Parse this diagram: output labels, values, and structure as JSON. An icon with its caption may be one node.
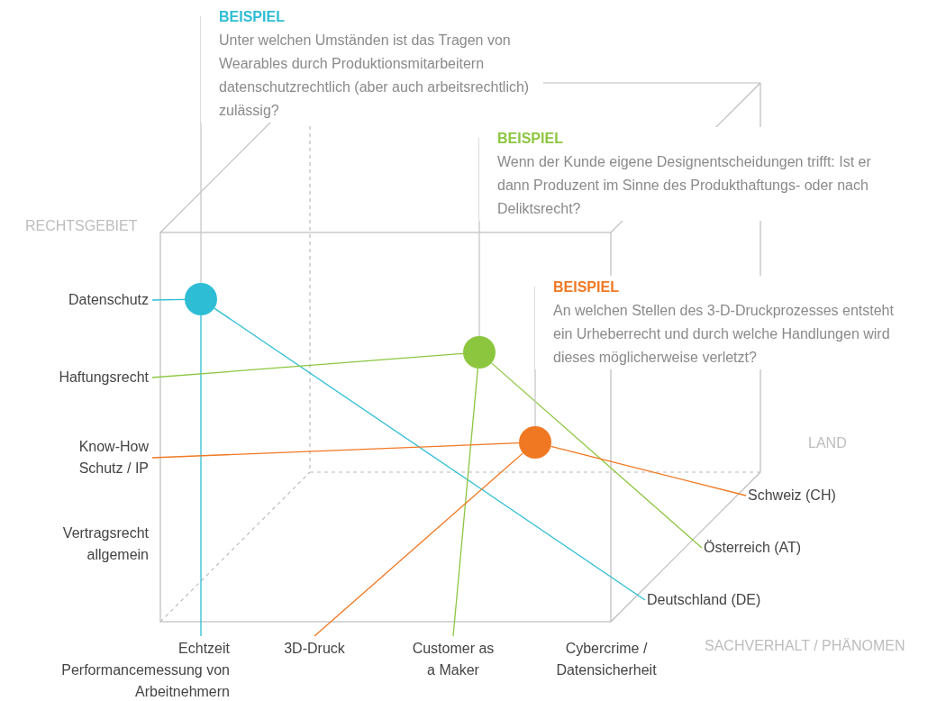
{
  "diagram": {
    "nodes": [
      {
        "text": [
          "Datenschutz"
        ]
      },
      {
        "text": [
          "Haftungsrecht"
        ]
      },
      {
        "text": [
          "Know-How Schutz / IP"
        ]
      },
      {
        "text": [
          "Vertragsrecht allgemein"
        ]
      },
      {
        "text": [
          "Echtzeit Performancemessung von Arbeitnehmern"
        ]
      },
      {
        "text": [
          "3D-Druck"
        ]
      },
      {
        "text": [
          "Customer as a Maker"
        ]
      },
      {
        "text": [
          "Cybercrime / Datensicherheit"
        ]
      },
      {
        "text": [
          "Schweiz (CH)"
        ]
      },
      {
        "text": [
          "Österreich (AT)"
        ]
      },
      {
        "text": [
          "Deutschland (DE)"
        ]
      },
      {
        "text": [],
        "shape": "circle"
      },
      {
        "text": [],
        "shape": "circle"
      },
      {
        "text": [],
        "shape": "circle"
      },
      {
        "text": [
          "BEISPIEL",
          "Unter welchen Umständen ist das Tragen von Wearables durch Produktionsmitarbeitern datenschutzrechtlich (aber auch arbeitsrechtlich) zulässig?"
        ]
      },
      {
        "text": [
          "BEISPIEL",
          "Wenn der Kunde eigene Designentscheidungen trifft: Ist er dann Produzent im Sinne des Produkthaftungs- oder nach Deliktsrecht?"
        ]
      },
      {
        "text": [
          "BEISPIEL",
          "An welchen Stellen des 3-D-Druckprozesses entsteht ein Urheberrecht und durch welche Handlungen wird dieses möglicherweise verletzt?"
        ]
      }
    ],
    "edges": [
      {
        "from": 0,
        "to": 11,
        "arrow": "none",
        "color": "#2dbdd5"
      },
      {
        "from": 11,
        "to": 4,
        "arrow": "none",
        "color": "#2dbdd5"
      },
      {
        "from": 11,
        "to": 10,
        "arrow": "none",
        "color": "#2dbdd5"
      },
      {
        "from": 14,
        "to": 11,
        "arrow": "none",
        "color": "#c8c8c8"
      },
      {
        "from": 1,
        "to": 12,
        "arrow": "none",
        "color": "#8cc63f"
      },
      {
        "from": 12,
        "to": 6,
        "arrow": "none",
        "color": "#8cc63f"
      },
      {
        "from": 12,
        "to": 9,
        "arrow": "none",
        "color": "#8cc63f"
      },
      {
        "from": 15,
        "to": 12,
        "arrow": "none",
        "color": "#c8c8c8"
      },
      {
        "from": 2,
        "to": 13,
        "arrow": "none",
        "color": "#f07823"
      },
      {
        "from": 13,
        "to": 5,
        "arrow": "none",
        "color": "#f07823"
      },
      {
        "from": 13,
        "to": 8,
        "arrow": "none",
        "color": "#f07823"
      },
      {
        "from": 16,
        "to": 13,
        "arrow": "none",
        "color": "#c8c8c8"
      }
    ],
    "labels": [
      "RECHTSGEBIET",
      "LAND",
      "SACHVERHALT / PHÄNOMEN"
    ]
  }
}
